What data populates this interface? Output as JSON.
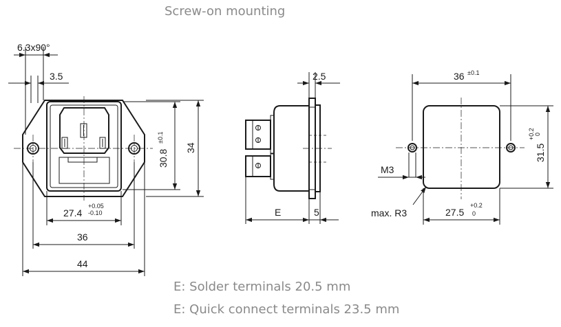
{
  "title": "Screw-on mounting",
  "notes": [
    "E: Solder terminals 20.5 mm",
    "E: Quick connect terminals 23.5 mm"
  ],
  "front_view": {
    "dims": {
      "chamfer": "6.3x90°",
      "width_3_5": "3.5",
      "height_30_8": "30.8",
      "height_30_8_tol": "±0.1",
      "height_34": "34",
      "opening_27_4": "27.4",
      "opening_tol_plus": "+0.05",
      "opening_tol_minus": "-0.10",
      "pitch_36": "36",
      "overall_44": "44"
    }
  },
  "side_view": {
    "dims": {
      "flange_2_5": "2.5",
      "depth_e": "E",
      "front_5": "5"
    }
  },
  "cutout_view": {
    "dims": {
      "pitch_36": "36",
      "pitch_36_tol": "±0.1",
      "height_31_5": "31.5",
      "height_tol_plus": "+0.2",
      "height_tol_minus": "0",
      "thread": "M3",
      "radius": "max. R3",
      "width_27_5": "27.5",
      "width_tol_plus": "+0.2",
      "width_tol_minus": "0"
    }
  }
}
